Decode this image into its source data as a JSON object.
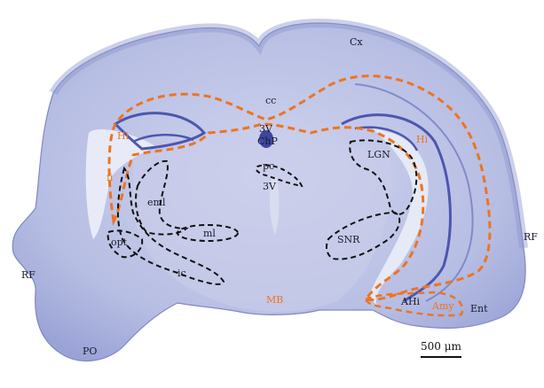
{
  "colors": {
    "tissue": "#b9c0e4",
    "tissue_dark": "#8f98cf",
    "layer": "#5d65b8",
    "outline_orange": "#ee7420",
    "outline_black": "#111111",
    "background": "#ffffff"
  },
  "labels": {
    "cx": "Cx",
    "cc": "cc",
    "v3_top": "3V",
    "chp": "ChP",
    "pc": "pc",
    "v3_mid": "3V",
    "hi_left": "Hi",
    "hi_right": "Hi",
    "fi": "fi",
    "lgn": "LGN",
    "eml": "eml",
    "ml": "ml",
    "opt": "opt",
    "ic": "ic",
    "snr": "SNR",
    "mb": "MB",
    "ahi": "AHi",
    "amy": "Amy",
    "ent": "Ent",
    "rf_left": "RF",
    "rf_right": "RF",
    "po": "PO"
  },
  "scalebar": {
    "label": "500 μm"
  }
}
